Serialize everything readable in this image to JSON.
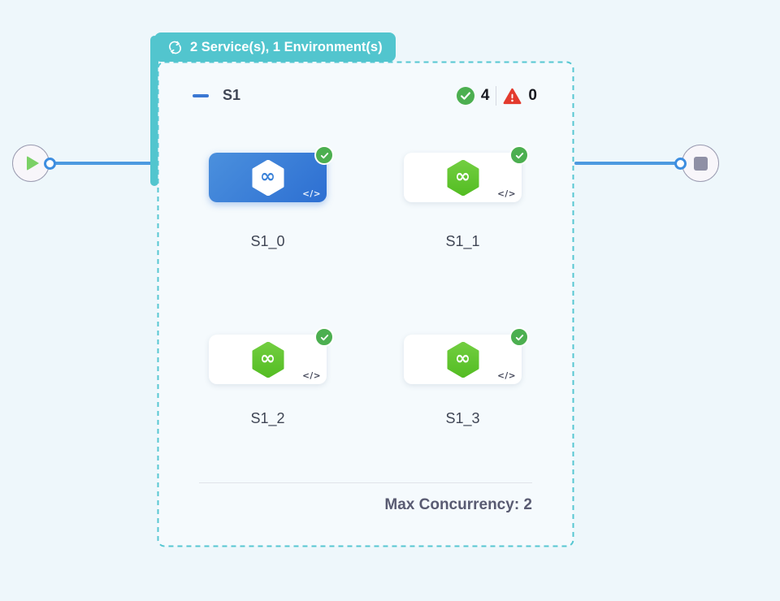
{
  "badge": {
    "label": "2 Service(s), 1 Environment(s)"
  },
  "stage": {
    "name": "S1",
    "success_count": "4",
    "error_count": "0",
    "max_concurrency_text": "Max Concurrency: 2"
  },
  "services": [
    {
      "label": "S1_0",
      "state": "selected"
    },
    {
      "label": "S1_1",
      "state": "success"
    },
    {
      "label": "S1_2",
      "state": "success"
    },
    {
      "label": "S1_3",
      "state": "success"
    }
  ],
  "icons": {
    "code": "</>",
    "infinity": "∞",
    "loop": "⟳",
    "check": "✓",
    "warning": "⚠",
    "play": "▶",
    "stop": "■"
  },
  "colors": {
    "badge_teal": "#52c5ce",
    "dashed_border": "#56c7d2",
    "container_bg": "#f5fafd",
    "page_bg": "#eef7fb",
    "selected_card_blue_start": "#4b90dd",
    "selected_card_blue_end": "#2d6fd2",
    "service_green_start": "#72ce40",
    "service_green_end": "#54bd23",
    "success_green": "#4caf50",
    "error_red": "#e33b2e",
    "connector_blue": "#4c9ae0"
  }
}
